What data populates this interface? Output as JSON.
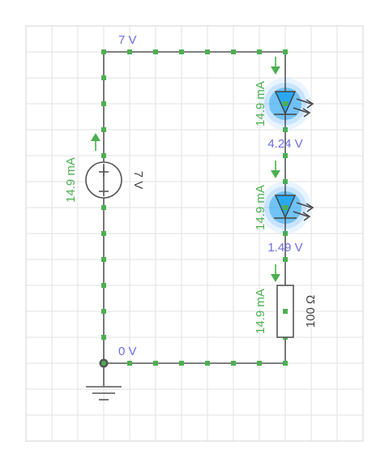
{
  "colors": {
    "grid": "#e2e2e2",
    "wire": "#555555",
    "current_dot": "#4caf50",
    "current_label": "#4caf50",
    "voltage_label": "#6d6de0",
    "component_label": "#444444",
    "led_glow": "#1e90ff",
    "led_core": "#29a8f0"
  },
  "labels": {
    "node_top": "7 V",
    "node_bottom": "0 V",
    "led1_voltage": "4.24 V",
    "led2_voltage": "1.49 V",
    "source_current": "14.9 mA",
    "source_voltage": "7 V",
    "led1_current": "14.9 mA",
    "led2_current": "14.9 mA",
    "resistor_current": "14.9 mA",
    "resistor_value": "100 Ω"
  },
  "icons": {
    "voltage_source": "dc-voltage-source-icon",
    "led": "led-icon",
    "resistor": "resistor-icon",
    "ground": "ground-icon"
  }
}
